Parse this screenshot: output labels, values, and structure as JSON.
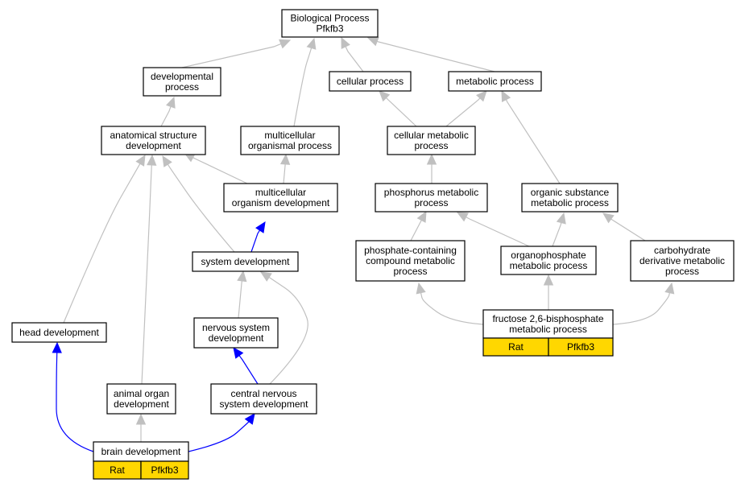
{
  "colors": {
    "node_fill": "#ffffff",
    "gene_fill": "#ffd700",
    "edge_gray": "#c0c0c0",
    "edge_blue": "#0000ff"
  },
  "nodes": {
    "bp": {
      "lines": [
        "Biological Process",
        "Pfkfb3"
      ]
    },
    "dev": {
      "lines": [
        "developmental",
        "process"
      ]
    },
    "cell": {
      "lines": [
        "cellular process"
      ]
    },
    "met": {
      "lines": [
        "metabolic process"
      ]
    },
    "asd": {
      "lines": [
        "anatomical structure",
        "development"
      ]
    },
    "mop": {
      "lines": [
        "multicellular",
        "organismal process"
      ]
    },
    "cmp": {
      "lines": [
        "cellular metabolic",
        "process"
      ]
    },
    "mod": {
      "lines": [
        "multicellular",
        "organism development"
      ]
    },
    "phos": {
      "lines": [
        "phosphorus metabolic",
        "process"
      ]
    },
    "osm": {
      "lines": [
        "organic substance",
        "metabolic process"
      ]
    },
    "sys": {
      "lines": [
        "system development"
      ]
    },
    "pcc": {
      "lines": [
        "phosphate-containing",
        "compound metabolic",
        "process"
      ]
    },
    "orgp": {
      "lines": [
        "organophosphate",
        "metabolic process"
      ]
    },
    "carb": {
      "lines": [
        "carbohydrate",
        "derivative metabolic",
        "process"
      ]
    },
    "head": {
      "lines": [
        "head development"
      ]
    },
    "nsd": {
      "lines": [
        "nervous system",
        "development"
      ]
    },
    "fbp": {
      "lines": [
        "fructose 2,6-bisphosphate",
        "metabolic process"
      ]
    },
    "aod": {
      "lines": [
        "animal organ",
        "development"
      ]
    },
    "cns": {
      "lines": [
        "central nervous",
        "system development"
      ]
    },
    "brain": {
      "lines": [
        "brain development"
      ]
    }
  },
  "gene_annotations": {
    "fbp": {
      "species": "Rat",
      "gene": "Pfkfb3"
    },
    "brain": {
      "species": "Rat",
      "gene": "Pfkfb3"
    }
  },
  "edges": [
    {
      "from": "dev",
      "to": "bp",
      "color": "gray"
    },
    {
      "from": "mop",
      "to": "bp",
      "color": "gray"
    },
    {
      "from": "cell",
      "to": "bp",
      "color": "gray"
    },
    {
      "from": "met",
      "to": "bp",
      "color": "gray"
    },
    {
      "from": "asd",
      "to": "dev",
      "color": "gray"
    },
    {
      "from": "cmp",
      "to": "cell",
      "color": "gray"
    },
    {
      "from": "cmp",
      "to": "met",
      "color": "gray"
    },
    {
      "from": "mod",
      "to": "asd",
      "color": "gray"
    },
    {
      "from": "mod",
      "to": "mop",
      "color": "gray"
    },
    {
      "from": "phos",
      "to": "cmp",
      "color": "gray"
    },
    {
      "from": "osm",
      "to": "met",
      "color": "gray"
    },
    {
      "from": "sys",
      "to": "asd",
      "color": "gray"
    },
    {
      "from": "sys",
      "to": "mod",
      "color": "blue"
    },
    {
      "from": "pcc",
      "to": "phos",
      "color": "gray"
    },
    {
      "from": "orgp",
      "to": "phos",
      "color": "gray"
    },
    {
      "from": "orgp",
      "to": "osm",
      "color": "gray"
    },
    {
      "from": "carb",
      "to": "osm",
      "color": "gray"
    },
    {
      "from": "head",
      "to": "asd",
      "color": "gray"
    },
    {
      "from": "nsd",
      "to": "sys",
      "color": "gray"
    },
    {
      "from": "aod",
      "to": "asd",
      "color": "gray"
    },
    {
      "from": "cns",
      "to": "nsd",
      "color": "blue"
    },
    {
      "from": "cns",
      "to": "sys",
      "color": "gray"
    },
    {
      "from": "fbp",
      "to": "pcc",
      "color": "gray"
    },
    {
      "from": "fbp",
      "to": "orgp",
      "color": "gray"
    },
    {
      "from": "fbp",
      "to": "carb",
      "color": "gray"
    },
    {
      "from": "brain",
      "to": "head",
      "color": "blue"
    },
    {
      "from": "brain",
      "to": "aod",
      "color": "gray"
    },
    {
      "from": "brain",
      "to": "cns",
      "color": "blue"
    }
  ]
}
